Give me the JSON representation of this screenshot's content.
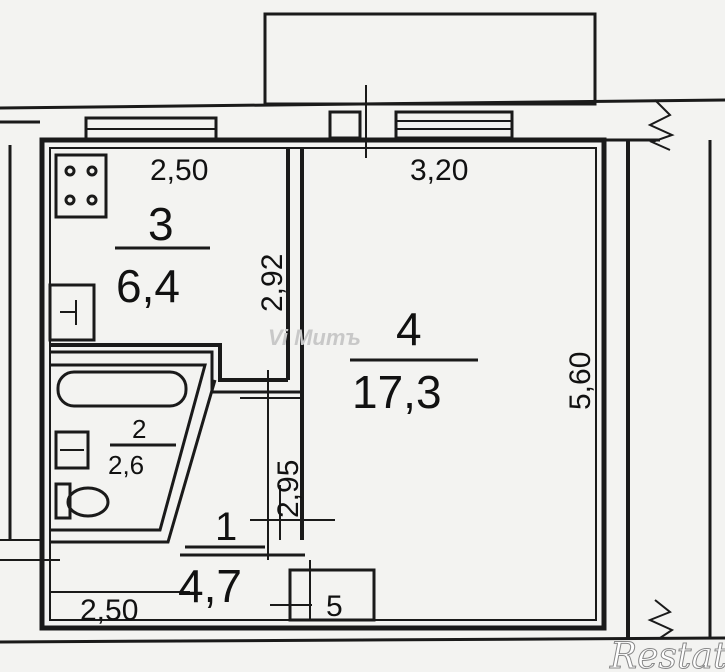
{
  "rooms": [
    {
      "number": "3",
      "area": "6,4"
    },
    {
      "number": "4",
      "area": "17,3"
    },
    {
      "number": "2",
      "area": "2,6"
    },
    {
      "number": "1",
      "area": "4,7"
    }
  ],
  "dimensions": {
    "kitchen_width": "2,50",
    "room_width": "3,20",
    "kitchen_depth": "2,92",
    "room_depth": "5,60",
    "hall_depth": "2,95",
    "hall_width": "2,50",
    "closet": "5"
  },
  "watermark": "Vi Митъ",
  "logo": "Restate",
  "colors": {
    "line": "#1a1a1a",
    "background": "#f3f3f1"
  }
}
